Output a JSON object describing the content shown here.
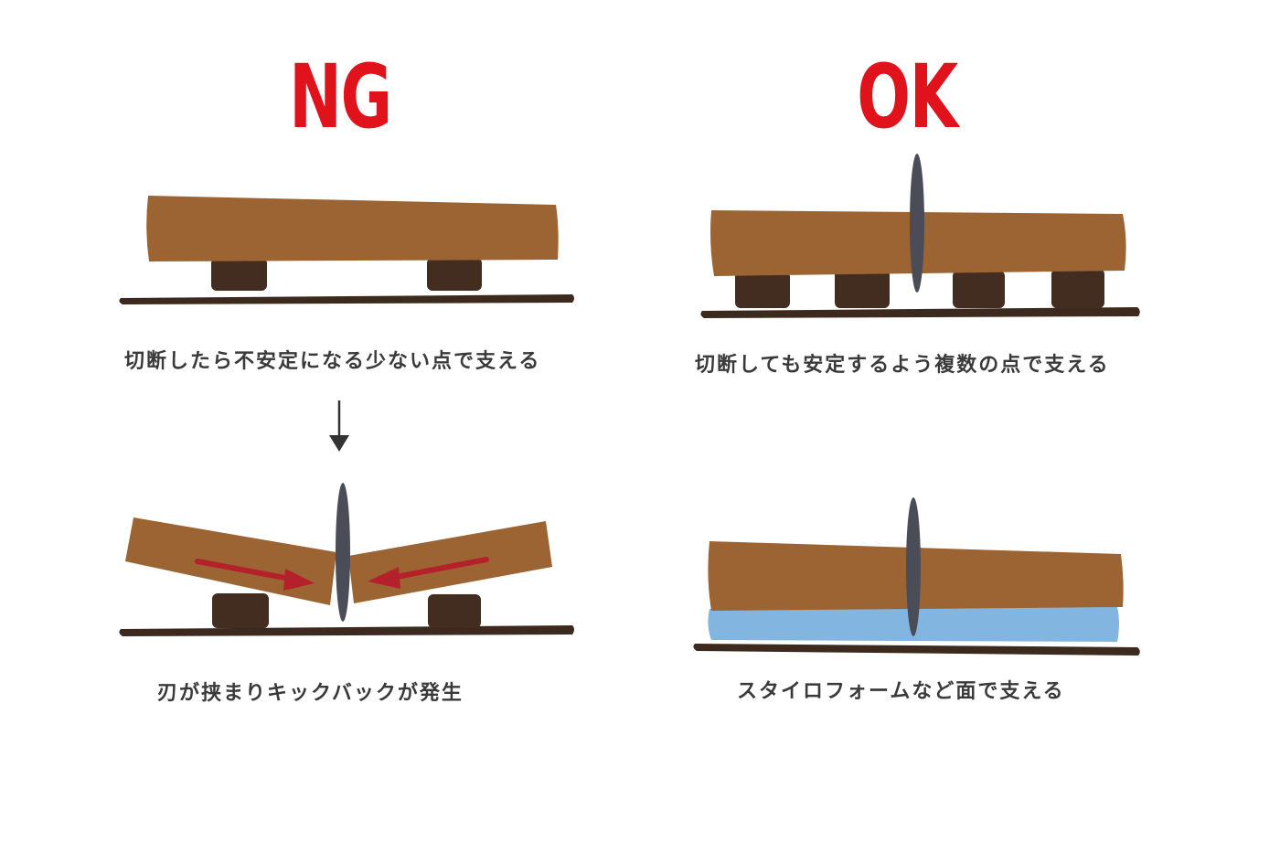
{
  "ng": {
    "heading": "NG",
    "caption_top": "切断したら不安定になる少ない点で支える",
    "caption_bottom": "刃が挟まりキックバックが発生"
  },
  "ok": {
    "heading": "OK",
    "caption_top": "切断しても安定するよう複数の点で支える",
    "caption_bottom": "スタイロフォームなど面で支える"
  },
  "colors": {
    "heading": "#e0121b",
    "caption": "#3a3a3a",
    "wood": "#9c6432",
    "base": "#3d2a1f",
    "support": "#432c20",
    "blade": "#4a4d57",
    "foam": "#82b6e0",
    "force_arrow": "#b5212a",
    "flow_arrow": "#333333"
  }
}
